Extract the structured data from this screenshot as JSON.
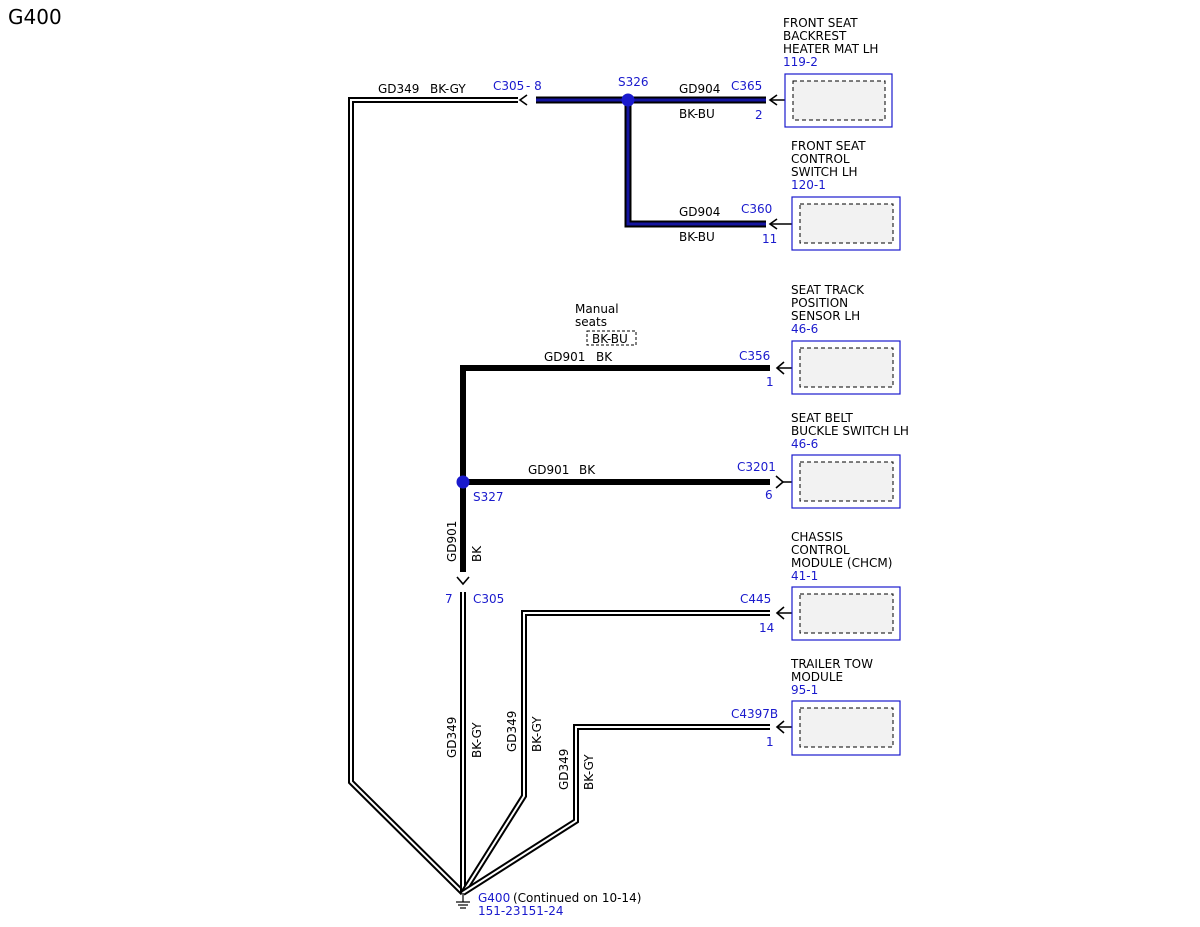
{
  "page_title": "G400",
  "splices": {
    "s326": "S326",
    "s327": "S327"
  },
  "wires": {
    "top_left": {
      "circuit": "GD349",
      "color": "BK-GY",
      "connector": "C305",
      "pin": "- 8"
    },
    "heater": {
      "circuit": "GD904",
      "color": "BK-BU",
      "connector": "C365",
      "pin": "2"
    },
    "switch": {
      "circuit": "GD904",
      "color": "BK-BU",
      "connector": "C360",
      "pin": "11"
    },
    "track": {
      "circuit": "GD901",
      "color": "BK",
      "connector": "C356",
      "pin": "1"
    },
    "buckle": {
      "circuit": "GD901",
      "color": "BK",
      "connector": "C3201",
      "pin": "6"
    },
    "vertical_gd901": {
      "circuit": "GD901",
      "color": "BK"
    },
    "c305_lower": {
      "connector": "C305",
      "pin": "7"
    },
    "chcm": {
      "connector": "C445",
      "pin": "14"
    },
    "trailer": {
      "connector": "C4397B",
      "pin": "1"
    },
    "drop1": {
      "circuit": "GD349",
      "color": "BK-GY"
    },
    "drop2": {
      "circuit": "GD349",
      "color": "BK-GY"
    },
    "drop3": {
      "circuit": "GD349",
      "color": "BK-GY"
    }
  },
  "option_note": {
    "line1": "Manual",
    "line2": "seats",
    "color": "BK-BU"
  },
  "components": [
    {
      "lines": [
        "FRONT SEAT",
        "BACKREST",
        "HEATER MAT LH"
      ],
      "ref": "119-2"
    },
    {
      "lines": [
        "FRONT SEAT",
        "CONTROL",
        "SWITCH LH"
      ],
      "ref": "120-1"
    },
    {
      "lines": [
        "SEAT TRACK",
        "POSITION",
        "SENSOR LH"
      ],
      "ref": "46-6"
    },
    {
      "lines": [
        "SEAT BELT",
        "BUCKLE SWITCH LH"
      ],
      "ref": "46-6"
    },
    {
      "lines": [
        "CHASSIS",
        "CONTROL",
        "MODULE (CHCM)"
      ],
      "ref": "41-1"
    },
    {
      "lines": [
        "TRAILER TOW",
        "MODULE"
      ],
      "ref": "95-1"
    }
  ],
  "ground": {
    "name": "G400",
    "note": "(Continued on 10-14)",
    "refs": [
      "151-23",
      "151-24"
    ]
  }
}
